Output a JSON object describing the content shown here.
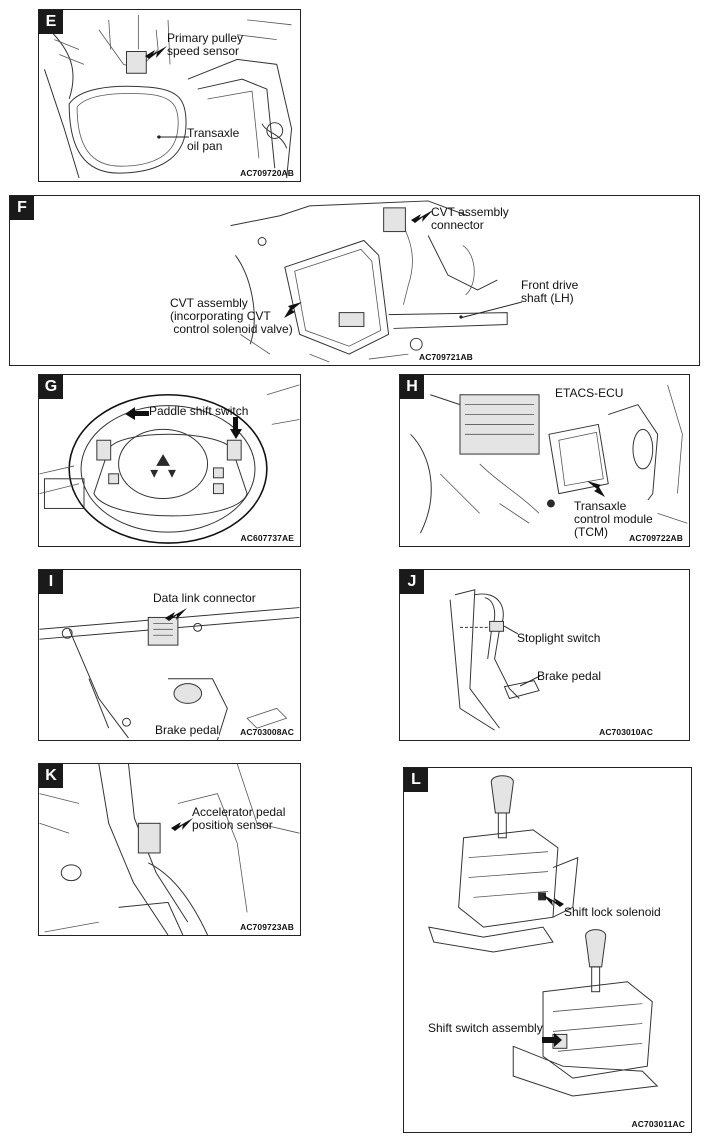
{
  "panels": {
    "E": {
      "letter": "E",
      "labels": [
        "Primary pulley\nspeed sensor",
        "Transaxle\noil pan"
      ],
      "code": "AC709720AB"
    },
    "F": {
      "letter": "F",
      "labels": [
        "CVT assembly\nconnector",
        "Front drive\nshaft (LH)",
        "CVT assembly\n(incorporating CVT\n control solenoid valve)"
      ],
      "code": "AC709721AB"
    },
    "G": {
      "letter": "G",
      "labels": [
        "Paddle shift switch"
      ],
      "code": "AC607737AE"
    },
    "H": {
      "letter": "H",
      "labels": [
        "ETACS-ECU",
        "Transaxle\ncontrol module\n(TCM)"
      ],
      "code": "AC709722AB"
    },
    "I": {
      "letter": "I",
      "labels": [
        "Data link connector",
        "Brake pedal"
      ],
      "code": "AC703008AC"
    },
    "J": {
      "letter": "J",
      "labels": [
        "Stoplight switch",
        "Brake pedal"
      ],
      "code": "AC703010AC"
    },
    "K": {
      "letter": "K",
      "labels": [
        "Accelerator pedal\nposition sensor"
      ],
      "code": "AC709723AB"
    },
    "L": {
      "letter": "L",
      "labels": [
        "Shift lock solenoid",
        "Shift switch assembly"
      ],
      "code": "AC703011AC"
    }
  }
}
